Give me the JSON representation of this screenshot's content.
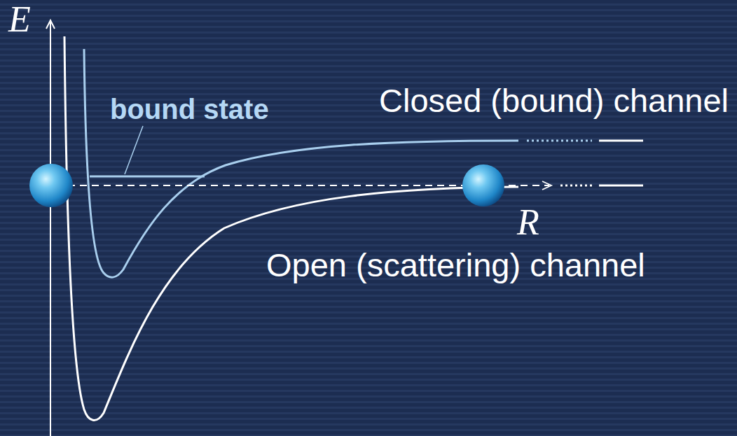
{
  "diagram": {
    "labels": [
      "E",
      "bound state",
      "Closed (bound) channel",
      "R",
      "Open (scattering) channel"
    ]
  }
}
